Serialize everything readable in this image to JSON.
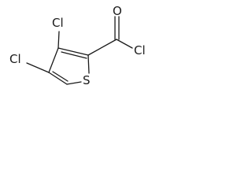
{
  "molecule": {
    "atoms": {
      "cl_top": "Cl",
      "cl_left": "Cl",
      "oxygen": "O",
      "cl_acyl": "Cl",
      "sulfur": "S"
    }
  }
}
